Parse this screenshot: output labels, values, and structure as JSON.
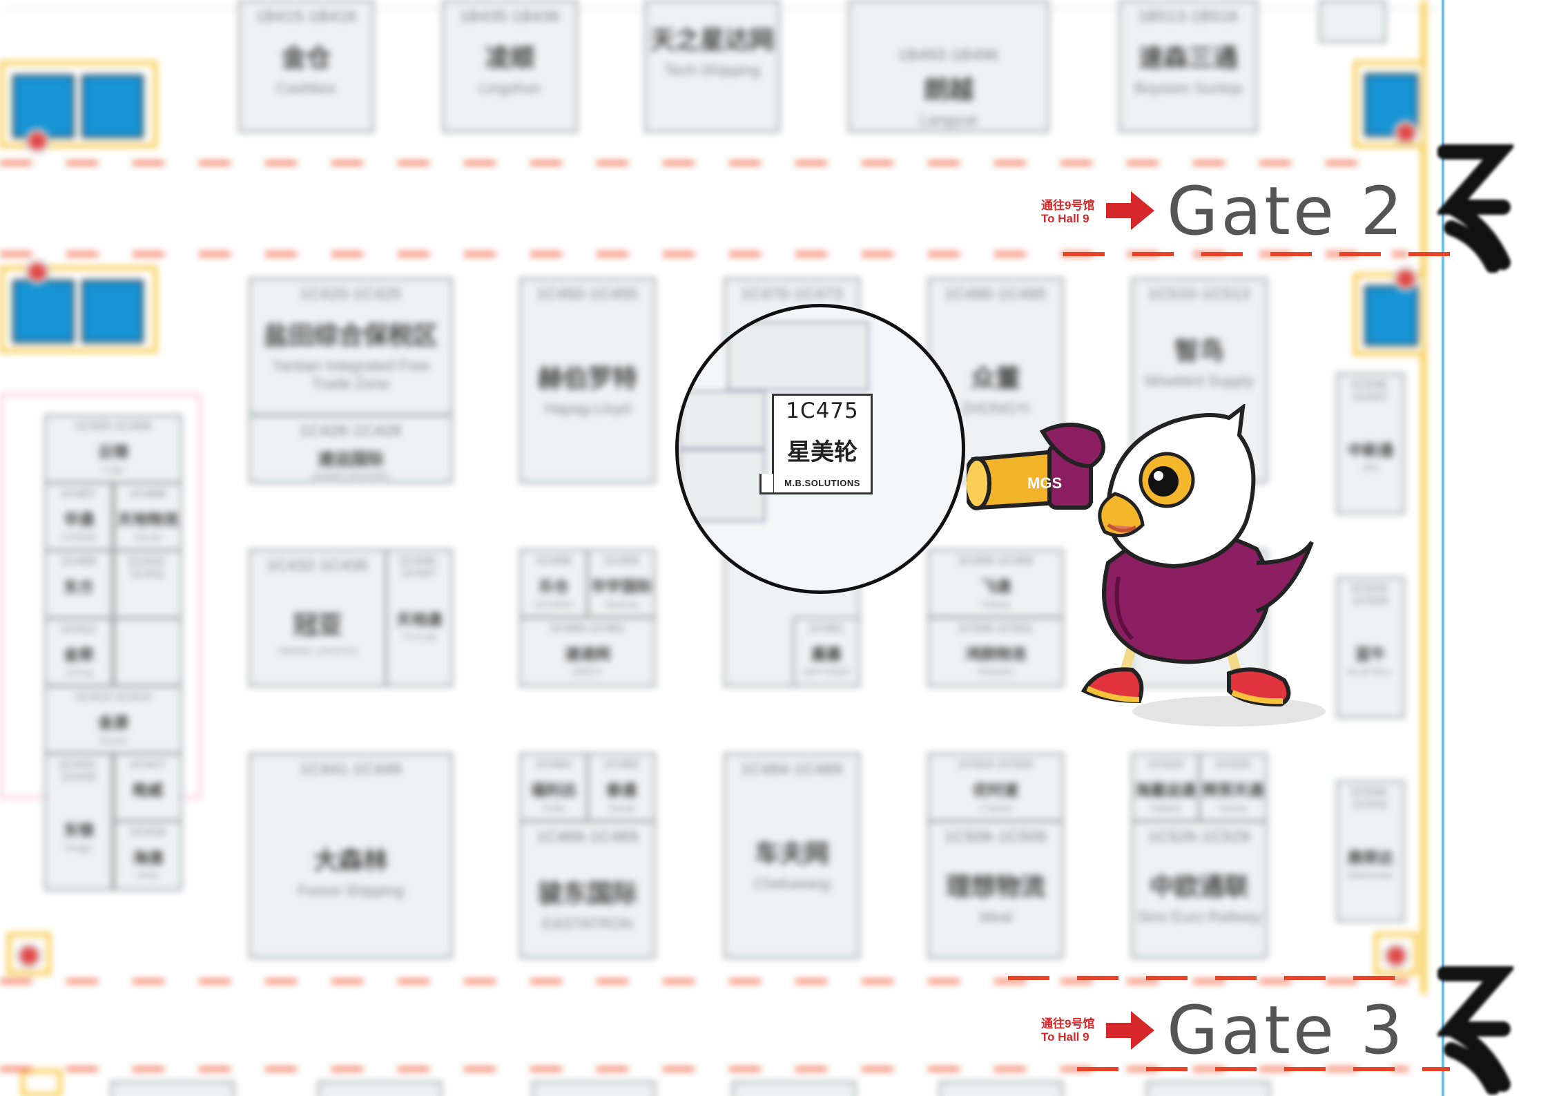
{
  "top_booths": [
    {
      "id": "1B415-1B418",
      "zh": "金仓",
      "en": "Cashbox"
    },
    {
      "id": "1B435-1B436",
      "zh": "凌顺",
      "en": "Lingshun"
    },
    {
      "id": "",
      "zh": "天之星达网",
      "en": "Tech-Shipping"
    },
    {
      "id": "1B493-1B496",
      "zh": "朗越",
      "en": "Langyue"
    },
    {
      "id": "1B513-1B516",
      "zh": "速森三通",
      "en": "Boyoom Suntop"
    }
  ],
  "row1": [
    {
      "id": "1C420-1C425",
      "zh": "盐田综合保税区",
      "en": "Yantian Integrated Free Trade Zone"
    },
    {
      "id": "1C426-1C428",
      "zh": "速运国际",
      "en": "SEAWIN HIGHFREE"
    },
    {
      "id": "1C450-1C455",
      "zh": "赫伯罗特",
      "en": "Hapag-Lloyd"
    },
    {
      "id": "1C470-1C473",
      "zh": "",
      "en": ""
    },
    {
      "id": "1C490-1C495",
      "zh": "众董",
      "en": "ZHONGYI"
    },
    {
      "id": "1C510-1C513",
      "zh": "智鸟",
      "en": "Wisebird Supply"
    },
    {
      "id": "1C536-1C537",
      "zh": "中新通",
      "en": "ZPH"
    }
  ],
  "row2": [
    {
      "id": "1C432-1C435",
      "zh": "冠亚",
      "en": "YANGWL LOGISTICS"
    },
    {
      "id": "1C436-1C437",
      "zh": "天地通",
      "en": "TT-CLUB"
    },
    {
      "id": "1C458",
      "zh": "乐仓",
      "en": "LECANGS"
    },
    {
      "id": "1C459",
      "zh": "华宇国际",
      "en": "Huayong"
    },
    {
      "id": "1C460-1C461",
      "zh": "速递网",
      "en": "DIRECT"
    },
    {
      "id": "1C481",
      "zh": "嘉嘉",
      "en": "JIAFY-EDEN"
    },
    {
      "id": "1C496-1C499",
      "zh": "飞通",
      "en": "Feitong"
    },
    {
      "id": "1C500-1C501",
      "zh": "鸿鹄物流",
      "en": "HONGHU"
    },
    {
      "id": "1C533-1C534",
      "zh": "蓝牛",
      "en": "BLUE BULL"
    }
  ],
  "row3": [
    {
      "id": "1C441-1C449",
      "zh": "大森林",
      "en": "Forest Shipping"
    },
    {
      "id": "1C464",
      "zh": "福利达",
      "en": "Fulida"
    },
    {
      "id": "1C465",
      "zh": "泰通",
      "en": "Zhongt"
    },
    {
      "id": "1C466-1C469",
      "zh": "骏东国际",
      "en": "EASTATRON"
    },
    {
      "id": "1C484-1C489",
      "zh": "车夫网",
      "en": "Chefuwang"
    },
    {
      "id": "1C504-1C505",
      "zh": "优时速",
      "en": "U-Speed"
    },
    {
      "id": "1C506-1C509",
      "zh": "理想物流",
      "en": "Ideal"
    },
    {
      "id": "1C524",
      "zh": "海嘉运通",
      "en": "Haijiada"
    },
    {
      "id": "1C525",
      "zh": "辉贸天通",
      "en": "Huimao"
    },
    {
      "id": "1C526-1C529",
      "zh": "中欧通联",
      "en": "Sino Euro Railway"
    },
    {
      "id": "1C530-1C531",
      "zh": "鼎荣达",
      "en": "DINGRONG"
    }
  ],
  "left_block": [
    {
      "id": "1C405-1C406",
      "zh": "云锦",
      "en": "Yunjin"
    },
    {
      "id": "1C407",
      "zh": "华通",
      "en": "HTPRIDE"
    },
    {
      "id": "1C408",
      "zh": "天地物流",
      "en": "TDLOG"
    },
    {
      "id": "1C409",
      "zh": "东方",
      "en": ""
    },
    {
      "id": "1C410-1C411",
      "zh": "",
      "en": ""
    },
    {
      "id": "1C412",
      "zh": "金荣",
      "en": "Jinrong"
    },
    {
      "id": "1C413-1C414",
      "zh": "金源",
      "en": "Jinyuan"
    },
    {
      "id": "1C415-1C416",
      "zh": "东锦",
      "en": "Dongjin"
    },
    {
      "id": "1C417",
      "zh": "皓威",
      "en": ""
    },
    {
      "id": "1C418",
      "zh": "海通",
      "en": "HTDE"
    }
  ],
  "focus_booth": {
    "id": "1C475",
    "zh": "星美轮",
    "en": "M.B.SOLUTIONS"
  },
  "gates": [
    {
      "note_zh": "通往9号馆",
      "note_en": "To Hall 9",
      "label": "Gate 2"
    },
    {
      "note_zh": "通往9号馆",
      "note_en": "To Hall 9",
      "label": "Gate 3"
    }
  ],
  "mascot": {
    "binocular_text": "MGS"
  },
  "colors": {
    "aisle": "#f26a4b",
    "wall": "#f7c846",
    "stair": "#1694d6",
    "booth_fill": "#eef2f2",
    "mascot_body": "#8c1f62",
    "gate_arrow": "#d6282a"
  }
}
